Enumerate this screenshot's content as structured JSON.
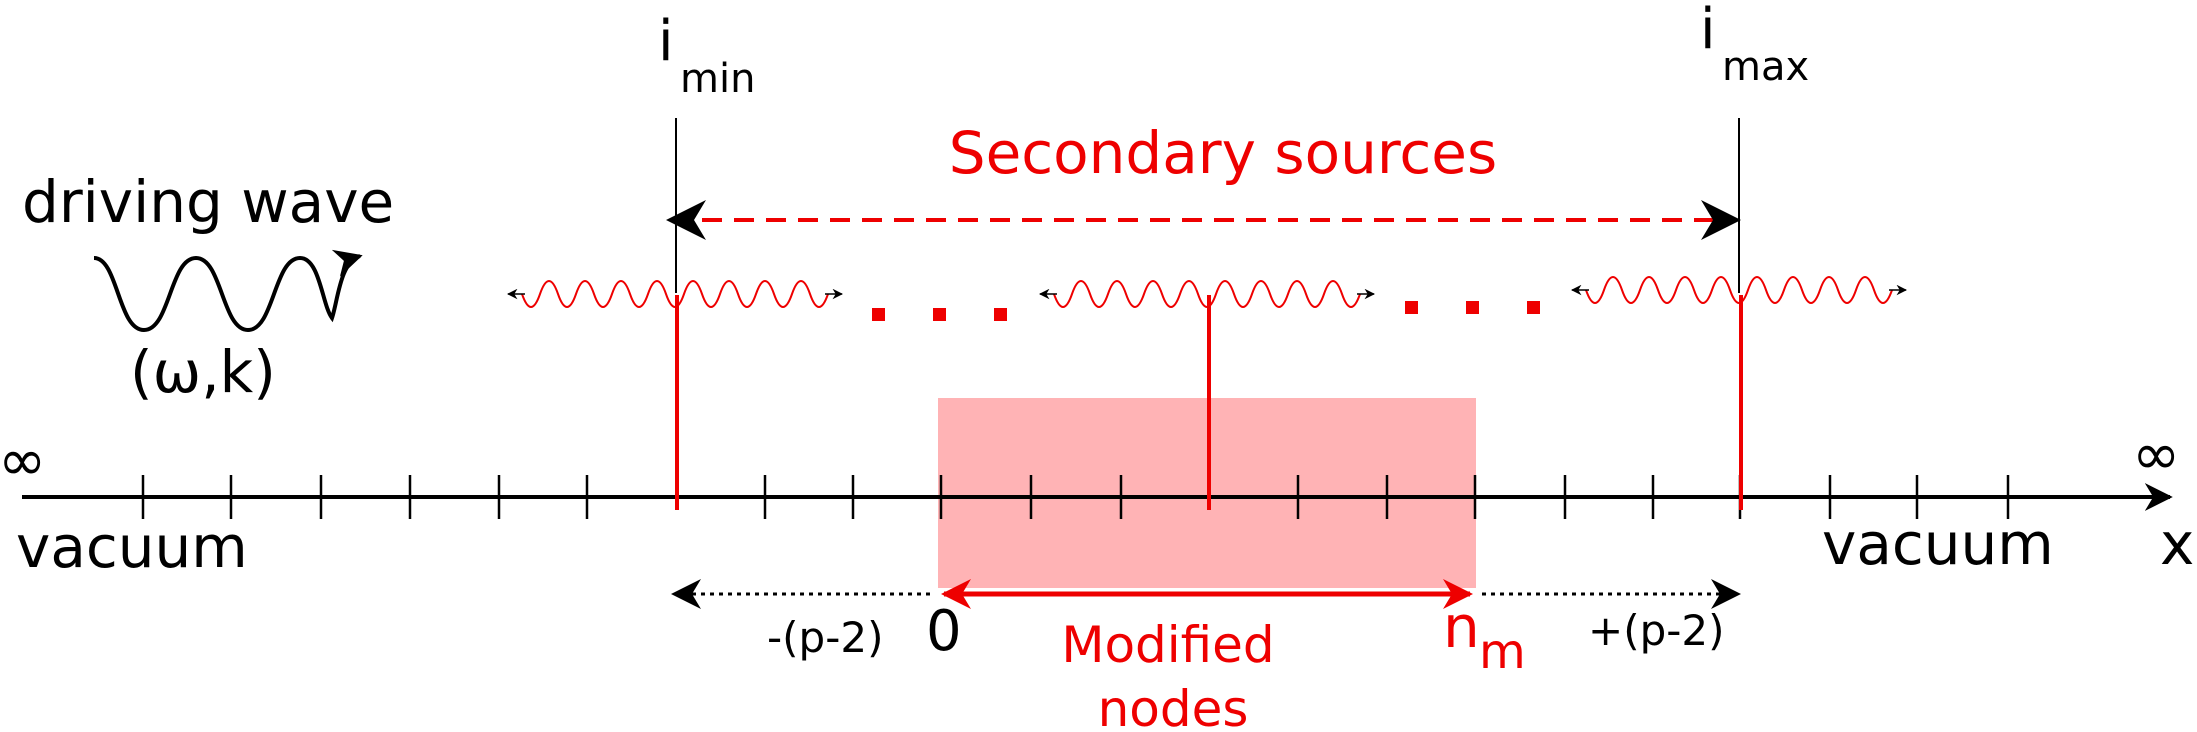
{
  "labels": {
    "i_min_main": "i",
    "i_min_sub": "min",
    "i_max_main": "i",
    "i_max_sub": "max",
    "secondary_sources": "Secondary sources",
    "driving_wave": "driving wave",
    "omega_k": "(ω,k)",
    "infinity_left": "∞",
    "infinity_right": "∞",
    "vacuum_left": "vacuum",
    "vacuum_right": "vacuum",
    "x_axis": "x",
    "minus_p": "-(p-2)",
    "zero": "0",
    "n_main": "n",
    "n_sub": "m",
    "plus_p": "+(p-2)",
    "modified_line1": "Modified",
    "modified_line2": "nodes"
  },
  "colors": {
    "red": "#ee0000",
    "shade": "#ffb3b5",
    "black": "#000000"
  }
}
